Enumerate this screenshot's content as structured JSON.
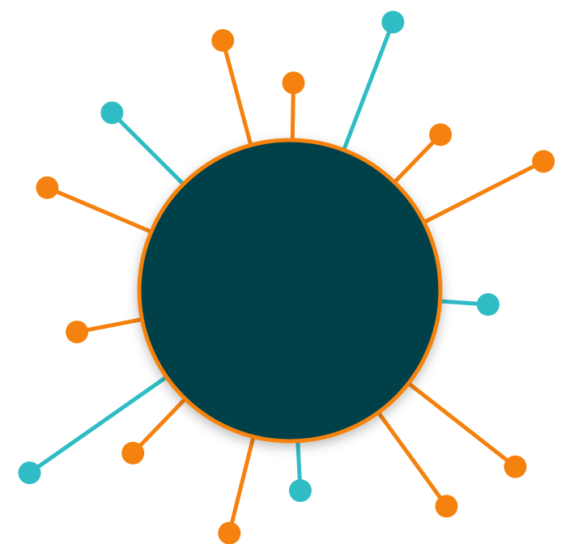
{
  "colors": {
    "background": "#ffffff",
    "core_fill": "#033f48",
    "core_outline": "#f5820f",
    "orange_pin": "#f5820f",
    "teal_pin": "#2fbcc4"
  },
  "core": {
    "icon": "circle-core"
  },
  "pins": [
    {
      "color": "orange",
      "angle_deg": -105,
      "length_ratio": 1.72
    },
    {
      "color": "orange",
      "angle_deg": -89,
      "length_ratio": 1.38
    },
    {
      "color": "teal",
      "angle_deg": -69,
      "length_ratio": 1.91
    },
    {
      "color": "orange",
      "angle_deg": -46,
      "length_ratio": 1.44
    },
    {
      "color": "orange",
      "angle_deg": -27,
      "length_ratio": 1.89
    },
    {
      "color": "teal",
      "angle_deg": 4,
      "length_ratio": 1.32
    },
    {
      "color": "orange",
      "angle_deg": 38,
      "length_ratio": 1.9
    },
    {
      "color": "orange",
      "angle_deg": 54,
      "length_ratio": 1.77
    },
    {
      "color": "teal",
      "angle_deg": 87,
      "length_ratio": 1.33
    },
    {
      "color": "orange",
      "angle_deg": 104,
      "length_ratio": 1.66
    },
    {
      "color": "orange",
      "angle_deg": 134,
      "length_ratio": 1.5
    },
    {
      "color": "teal",
      "angle_deg": 145,
      "length_ratio": 2.11
    },
    {
      "color": "orange",
      "angle_deg": 169,
      "length_ratio": 1.44
    },
    {
      "color": "orange",
      "angle_deg": -157,
      "length_ratio": 1.75
    },
    {
      "color": "teal",
      "angle_deg": -135,
      "length_ratio": 1.67
    }
  ]
}
